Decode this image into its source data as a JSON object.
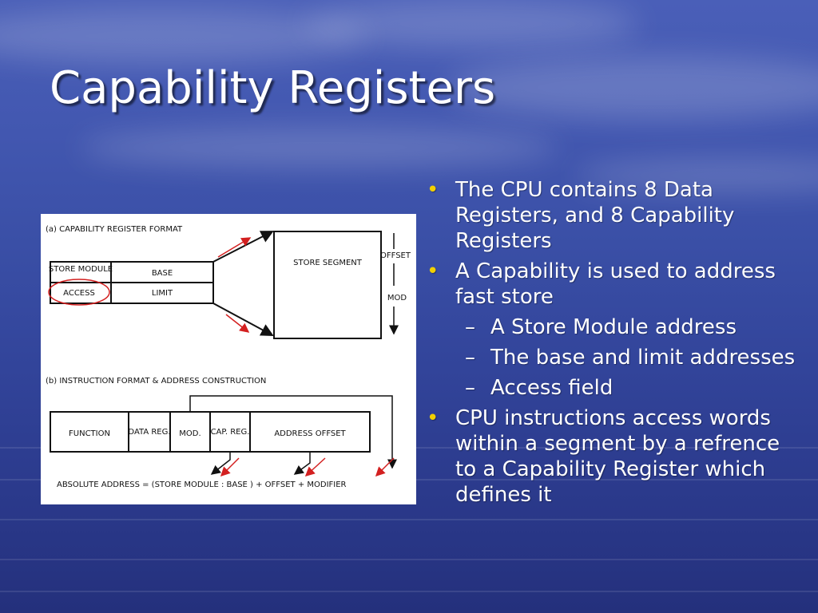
{
  "slide": {
    "title": "Capability Registers",
    "bullets": [
      {
        "level": 1,
        "text": "The CPU contains 8 Data Registers, and 8 Capability Registers"
      },
      {
        "level": 1,
        "text": "A Capability is used to address fast store"
      },
      {
        "level": 2,
        "text": "A Store Module address"
      },
      {
        "level": 2,
        "text": "The base and limit addresses"
      },
      {
        "level": 2,
        "text": "Access field"
      },
      {
        "level": 1,
        "text": "CPU instructions access words within a segment by a refrence to a Capability Register which defines it"
      }
    ],
    "colors": {
      "bullet": "#f2d000",
      "annotation": "#d32020",
      "text": "#ffffff"
    }
  },
  "figure": {
    "part_a": {
      "caption": "(a) CAPABILITY  REGISTER  FORMAT",
      "store_module": "STORE MODULE",
      "base": "BASE",
      "access": "ACCESS",
      "limit": "LIMIT",
      "store_segment": "STORE SEGMENT",
      "offset": "OFFSET",
      "mod": "MOD"
    },
    "part_b": {
      "caption": "(b)  INSTRUCTION  FORMAT  &  ADDRESS  CONSTRUCTION",
      "function": "FUNCTION",
      "data_reg": "DATA REG.",
      "mod": "MOD.",
      "cap_reg": "CAP. REG.",
      "address_offset": "ADDRESS  OFFSET",
      "formula": "ABSOLUTE  ADDRESS  =  (STORE  MODULE : BASE )   +   OFFSET   +   MODIFIER"
    }
  }
}
